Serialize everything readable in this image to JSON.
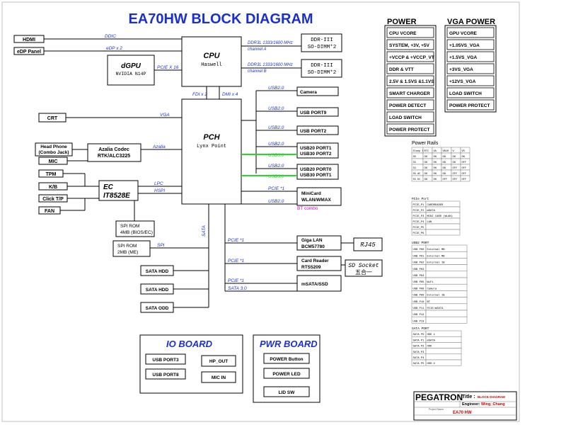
{
  "title": "EA70HW BLOCK DIAGRAM",
  "left_connectors": {
    "hdmi": "HDMI",
    "edp": "eDP Panel",
    "crt": "CRT",
    "headphone_l1": "Head Phone",
    "headphone_l2": "(Combo Jack)",
    "mic": "MIC",
    "tpm": "TPM",
    "kb": "K/B",
    "clicktp": "Click T/P",
    "fan": "FAN"
  },
  "cpu": {
    "name": "CPU",
    "sub": "Haswell"
  },
  "pch": {
    "name": "PCH",
    "sub": "Lynx Point"
  },
  "dgpu": {
    "name": "dGPU",
    "sub": "NVIDIA N14P"
  },
  "ddr_a": {
    "l1": "DDR-III",
    "l2": "SO-DIMM*2"
  },
  "ddr_b": {
    "l1": "DDR-III",
    "l2": "SO-DIMM*2"
  },
  "codec": {
    "l1": "Azalia Codec",
    "l2": "RTK/ALC3225"
  },
  "ec": {
    "l1": "EC",
    "l2": "IT8528E"
  },
  "spi_rom_bios": {
    "l1": "SPI ROM",
    "l2": "4MB (BIOS/EC)"
  },
  "spi_rom_me": {
    "l1": "SPI ROM",
    "l2": "2MB (ME)"
  },
  "sata_hdd1": "SATA HDD",
  "sata_hdd2": "SATA HDD",
  "sata_odd": "SATA ODD",
  "right_devices": {
    "camera": "Camera",
    "usb9": "USB PORT9",
    "usb2": "USB PORT2",
    "usb_port1_l1": "USB20 PORT1",
    "usb_port1_l2": "USB30 PORT2",
    "usb_port0_l1": "USB20 PORT0",
    "usb_port0_l2": "USB30 PORT1",
    "minicard_l1": "MiniCard",
    "minicard_l2": "WLAN/WMAX",
    "gigalan_l1": "Giga LAN",
    "gigalan_l2": "BCM57780",
    "rj45": "RJ45",
    "cardreader_l1": "Card Reader",
    "cardreader_l2": "RTS5209",
    "sdsocket_l1": "SD Socket",
    "sdsocket_l2": "五合一",
    "msata": "mSATA/SSD"
  },
  "bus_labels": {
    "ddic": "DDIC",
    "edp_x2": "eDP x 2",
    "pcie_x16": "PCIE X 16",
    "ddr3_a_l1": "DDR3L 1333/1600 MHz",
    "ddr3_a_l2": "channel A",
    "ddr3_b_l1": "DDR3L 1333/1600 MHz",
    "ddr3_b_l2": "channel B",
    "fdi": "FDI x 2",
    "dmi": "DMI x 4",
    "vga": "VGA",
    "azalia": "Azalia",
    "lpc": "LPC",
    "hspi": "HSPI",
    "spi": "SPI",
    "sata": "SATA",
    "usb20": "USB2.0",
    "usb30": "USB3.0",
    "pcie1": "PCIE *1",
    "bt_combo": "BT combo",
    "sata30": "SATA 3.0"
  },
  "power": {
    "header": "POWER",
    "items": [
      "CPU VCORE",
      "SYSTEM, +3V, +5V",
      "+VCCP & +VCCP_VT",
      "DDR & VTT",
      "2.5V & 1.5VS &1.1VS",
      "SMART CHARGER",
      "POWER DETECT",
      "LOAD SWITCH",
      "POWER PROTECT"
    ]
  },
  "vga_power": {
    "header": "VGA POWER",
    "items": [
      "GPU VCORE",
      "+1.05VS_VGA",
      "+1.5VS_VGA",
      "+3VS_VGA",
      "+12VS_VGA",
      "LOAD SWITCH",
      "POWER PROTECT"
    ]
  },
  "power_rails": {
    "title": "Power Rails",
    "header": [
      "Sleep State",
      "RTC",
      "VA",
      "VB10",
      "V",
      "VS"
    ],
    "rows": [
      [
        "S0",
        "ON",
        "ON",
        "ON",
        "ON",
        "ON"
      ],
      [
        "S3",
        "ON",
        "ON",
        "ON",
        "ON",
        "OFF"
      ],
      [
        "S4",
        "ON",
        "ON",
        "ON",
        "OFF",
        "OFF"
      ],
      [
        "S5 AC",
        "ON",
        "ON",
        "ON",
        "OFF",
        "OFF"
      ],
      [
        "S5 DC",
        "ON",
        "ON",
        "OFF",
        "OFF",
        "OFF"
      ]
    ]
  },
  "pcie_port": {
    "title": "PCIe Port",
    "rows": [
      [
        "PCIE_P1",
        "CARDREADER"
      ],
      [
        "PCIE_P2",
        "mSATA"
      ],
      [
        "PCIE_P3",
        "MINI CARD (WLAN)"
      ],
      [
        "PCIE_P4",
        "LAN"
      ],
      [
        "PCIE_P5",
        ""
      ],
      [
        "PCIE_P6",
        ""
      ]
    ]
  },
  "usb2_port": {
    "title": "USB2 PORT",
    "rows": [
      [
        "USB P00",
        "External MB"
      ],
      [
        "USB P01",
        "External MB"
      ],
      [
        "USB P02",
        "External IB"
      ],
      [
        "USB P03",
        ""
      ],
      [
        "USB P04",
        ""
      ],
      [
        "USB P05",
        "WiFi"
      ],
      [
        "USB P08",
        "Camera"
      ],
      [
        "USB P09",
        "External IB"
      ],
      [
        "USB P10",
        "BT"
      ],
      [
        "USB P11",
        "PCIE/mSATA"
      ],
      [
        "USB P12",
        ""
      ],
      [
        "USB P13",
        ""
      ]
    ]
  },
  "sata_port": {
    "title": "SATA PORT",
    "rows": [
      [
        "SATA P0",
        "HDD 1"
      ],
      [
        "SATA P1",
        "mSATA"
      ],
      [
        "SATA P2",
        "ODD"
      ],
      [
        "SATA P3",
        ""
      ],
      [
        "SATA P4",
        ""
      ],
      [
        "SATA P5",
        "HDD 2"
      ]
    ]
  },
  "io_board": {
    "title": "IO BOARD",
    "items": [
      "USB PORT3",
      "HP_OUT",
      "USB PORT8",
      "MIC IN"
    ]
  },
  "pwr_board": {
    "title": "PWR BOARD",
    "items": [
      "POWER Button",
      "POWER LED",
      "LID SW"
    ]
  },
  "title_block": {
    "brand": "PEGATRON",
    "title_label": "Title :",
    "title_value": "BLOCK DIAGRAM",
    "engineer_label": "Engineer:",
    "engineer_value": "Wing_Chang",
    "project_label": "Project Name",
    "project_value": "EA70 HW"
  }
}
